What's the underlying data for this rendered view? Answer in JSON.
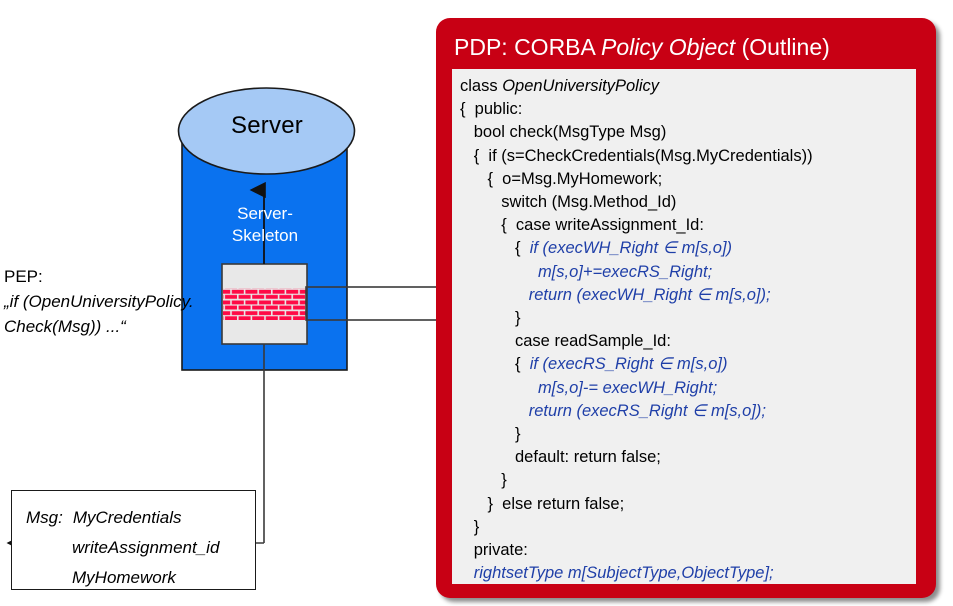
{
  "diagram": {
    "server": {
      "cylinder_label": "Server",
      "skeleton_label_line1": "Server-",
      "skeleton_label_line2": "Skeleton",
      "body_color": "#0a72ef",
      "top_color": "#a5c9f5"
    },
    "pep": {
      "title": "PEP:",
      "quote_line1": "„if (OpenUniversityPolicy.",
      "quote_line2": "Check(Msg)) ...“"
    },
    "msg_box": {
      "key": "Msg:",
      "values": [
        "MyCredentials",
        "writeAssignment_id",
        "MyHomework"
      ]
    },
    "firewall_icon_name": "firewall-bricks"
  },
  "pdp": {
    "title_prefix": "PDP: CORBA ",
    "title_italic": "Policy Object",
    "title_suffix": " (Outline)",
    "header_color": "#c80014",
    "code_bg": "#f0f0f0",
    "highlight_color": "#1f3fa8",
    "code_lines": [
      {
        "indent": 0,
        "parts": [
          {
            "t": "class ",
            "s": "plain"
          },
          {
            "t": "OpenUniversityPolicy",
            "s": "ital"
          }
        ]
      },
      {
        "indent": 0,
        "parts": [
          {
            "t": "{  public:",
            "s": "plain"
          }
        ]
      },
      {
        "indent": 0,
        "parts": [
          {
            "t": "   bool check(MsgType Msg)",
            "s": "plain"
          }
        ]
      },
      {
        "indent": 0,
        "parts": [
          {
            "t": "   {  if (s=CheckCredentials(Msg.MyCredentials))",
            "s": "plain"
          }
        ]
      },
      {
        "indent": 0,
        "parts": [
          {
            "t": "      {  o=Msg.MyHomework;",
            "s": "plain"
          }
        ]
      },
      {
        "indent": 0,
        "parts": [
          {
            "t": "         switch (Msg.Method_Id)",
            "s": "plain"
          }
        ]
      },
      {
        "indent": 0,
        "parts": [
          {
            "t": "         {  case writeAssignment_Id:",
            "s": "plain"
          }
        ]
      },
      {
        "indent": 0,
        "parts": [
          {
            "t": "            {  ",
            "s": "plain"
          },
          {
            "t": "if (execWH_Right ∈ m[s,o])",
            "s": "hl"
          }
        ]
      },
      {
        "indent": 0,
        "parts": [
          {
            "t": "                 ",
            "s": "plain"
          },
          {
            "t": "m[s,o]+=execRS_Right;",
            "s": "hl"
          }
        ]
      },
      {
        "indent": 0,
        "parts": [
          {
            "t": "               ",
            "s": "plain"
          },
          {
            "t": "return (execWH_Right ∈ m[s,o]);",
            "s": "hl"
          }
        ]
      },
      {
        "indent": 0,
        "parts": [
          {
            "t": "            }",
            "s": "plain"
          }
        ]
      },
      {
        "indent": 0,
        "parts": [
          {
            "t": "            case readSample_Id:",
            "s": "plain"
          }
        ]
      },
      {
        "indent": 0,
        "parts": [
          {
            "t": "            {  ",
            "s": "plain"
          },
          {
            "t": "if (execRS_Right ∈ m[s,o])",
            "s": "hl"
          }
        ]
      },
      {
        "indent": 0,
        "parts": [
          {
            "t": "                 ",
            "s": "plain"
          },
          {
            "t": "m[s,o]-= execWH_Right;",
            "s": "hl"
          }
        ]
      },
      {
        "indent": 0,
        "parts": [
          {
            "t": "               ",
            "s": "plain"
          },
          {
            "t": "return (execRS_Right ∈ m[s,o]);",
            "s": "hl"
          }
        ]
      },
      {
        "indent": 0,
        "parts": [
          {
            "t": "            }",
            "s": "plain"
          }
        ]
      },
      {
        "indent": 0,
        "parts": [
          {
            "t": "            default: return false;",
            "s": "plain"
          }
        ]
      },
      {
        "indent": 0,
        "parts": [
          {
            "t": "         }",
            "s": "plain"
          }
        ]
      },
      {
        "indent": 0,
        "parts": [
          {
            "t": "      }  else return false;",
            "s": "plain"
          }
        ]
      },
      {
        "indent": 0,
        "parts": [
          {
            "t": "   }",
            "s": "plain"
          }
        ]
      },
      {
        "indent": 0,
        "parts": [
          {
            "t": "   private:",
            "s": "plain"
          }
        ]
      },
      {
        "indent": 0,
        "parts": [
          {
            "t": "   ",
            "s": "plain"
          },
          {
            "t": "rightsetType m[SubjectType,ObjectType];",
            "s": "hl"
          }
        ]
      },
      {
        "indent": 0,
        "parts": [
          {
            "t": "}",
            "s": "plain"
          }
        ]
      }
    ]
  }
}
